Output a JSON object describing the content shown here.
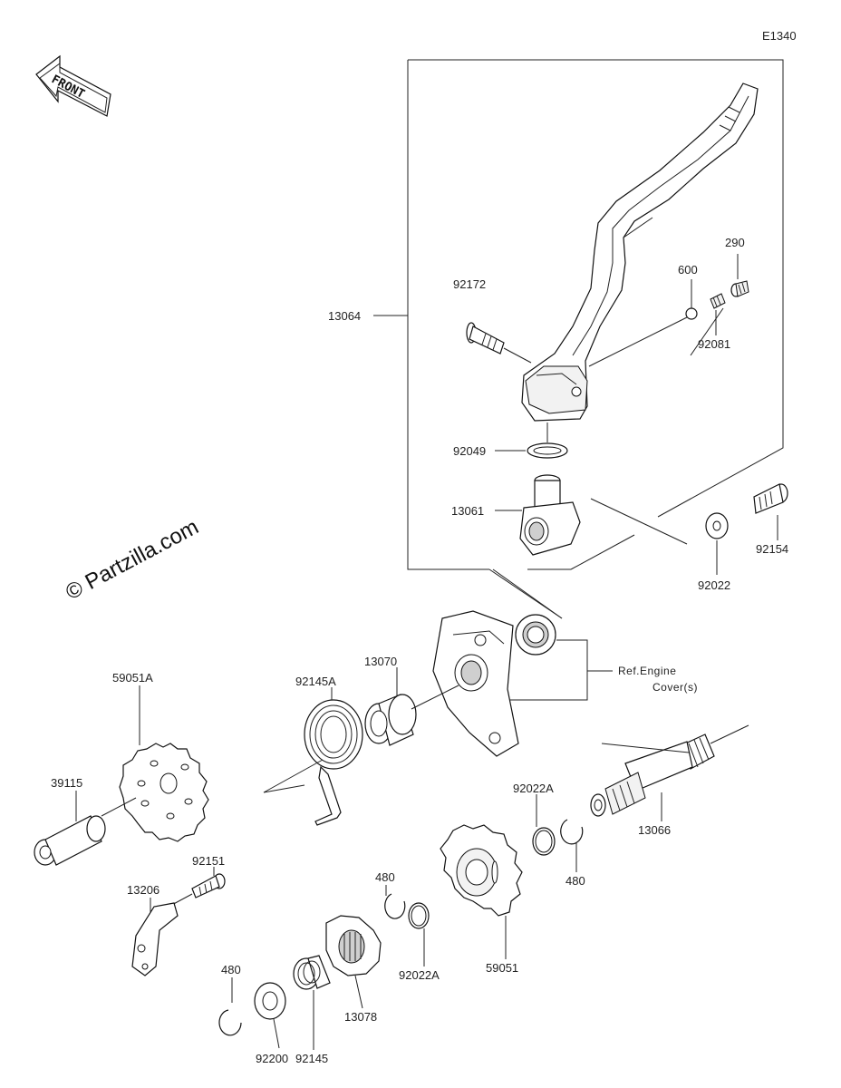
{
  "diagram_code": "E1340",
  "front_label": "FRONT",
  "watermark": "© Partzilla.com",
  "ref_note": {
    "line1": "Ref.Engine",
    "line2": "Cover(s)"
  },
  "parts": {
    "p13064": "13064",
    "p92172": "92172",
    "p600": "600",
    "p290": "290",
    "p92081": "92081",
    "p92049": "92049",
    "p13061": "13061",
    "p92154": "92154",
    "p92022": "92022",
    "p13070": "13070",
    "p92145A": "92145A",
    "p59051A": "59051A",
    "p39115": "39115",
    "p92022A_top": "92022A",
    "p13066": "13066",
    "p480_right": "480",
    "p92151": "92151",
    "p13206": "13206",
    "p480_mid": "480",
    "p92022A_mid": "92022A",
    "p59051": "59051",
    "p13078": "13078",
    "p480_left": "480",
    "p92145": "92145",
    "p92200": "92200"
  }
}
